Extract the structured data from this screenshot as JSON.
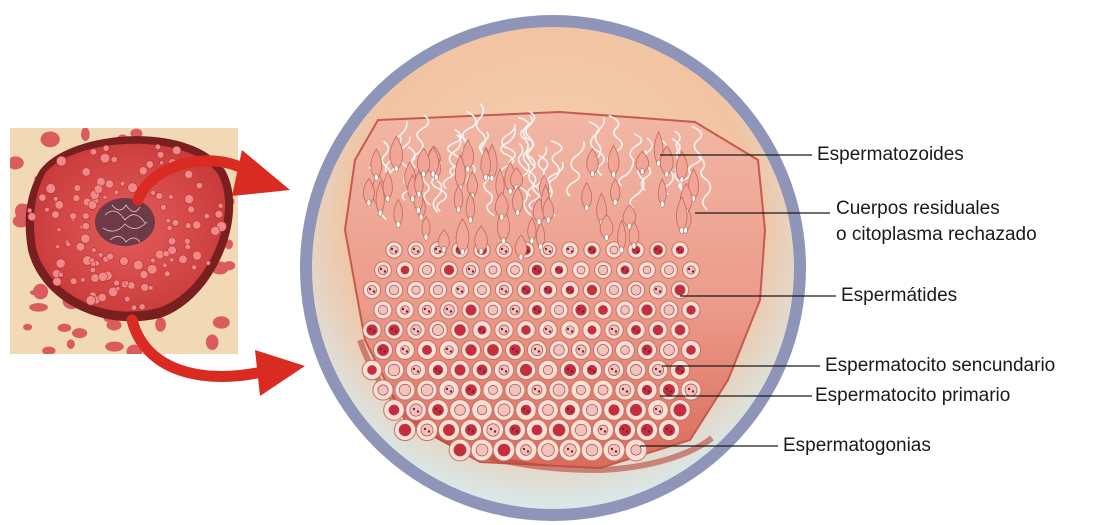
{
  "labels": {
    "espermatozoides": "Espermatozoides",
    "cuerpos_line1": "Cuerpos residuales",
    "cuerpos_line2": "o citoplasma rechazado",
    "espermatides": "Espermátides",
    "espermatocito_secundario": "Espermatocito sencundario",
    "espermatocito_primario": "Espermatocito primario",
    "espermatogonias": "Espermatogonias"
  },
  "colors": {
    "ring": "#8e95b8",
    "arrow": "#d92b22",
    "tissue": "#e58a7e",
    "cell_fill": "#fbe0d6",
    "nucleus": "#c62e3e",
    "background_glow": "#f3c8a8"
  }
}
